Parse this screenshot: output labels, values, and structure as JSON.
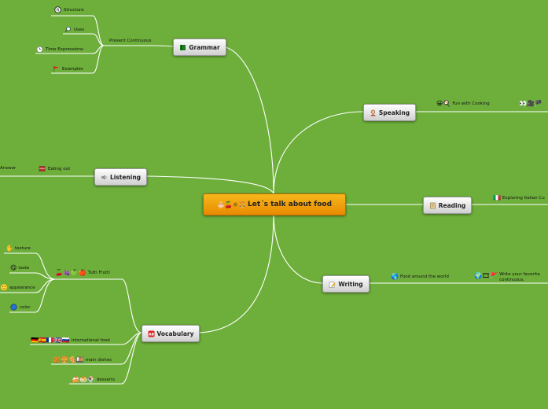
{
  "central": {
    "label": "Let´s talk about food"
  },
  "grammar": {
    "label": "Grammar",
    "topic": "Present Continuous",
    "items": [
      "Structure",
      "Uses",
      "Time Expressions",
      "Examples"
    ]
  },
  "listening": {
    "label": "Listening",
    "topic": "Eating out",
    "answer": "Answer"
  },
  "vocabulary": {
    "label": "Vocabulary",
    "tutti": "Tutti Frutti",
    "tutti_items": [
      "texture",
      "taste",
      "appearance",
      "color"
    ],
    "other": [
      "international food",
      "main dishes",
      "desserts"
    ]
  },
  "speaking": {
    "label": "Speaking",
    "topic": "Fun with Cooking"
  },
  "reading": {
    "label": "Reading",
    "topic": "Exploring Italian Cu"
  },
  "writing": {
    "label": "Writing",
    "topic": "Food around the world",
    "task_line1": "Write your favorite",
    "task_line2": "continuous."
  }
}
